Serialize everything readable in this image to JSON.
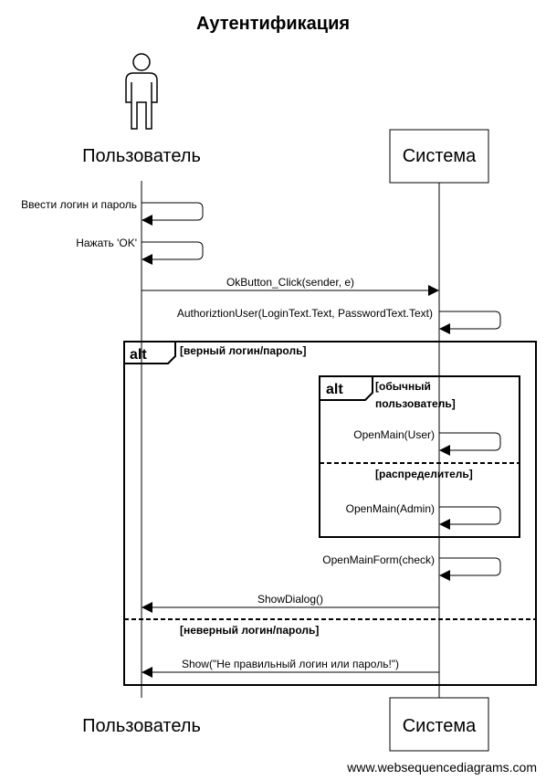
{
  "title": "Аутентификация",
  "actors": {
    "user": "Пользователь",
    "system": "Система"
  },
  "messages": {
    "m1": "Ввести логин и пароль",
    "m2": "Нажать 'OK'",
    "m3": "OkButton_Click(sender, e)",
    "m4": "AuthoriztionUser(LoginText.Text, PasswordText.Text)",
    "m5": "OpenMain(User)",
    "m6": "OpenMain(Admin)",
    "m7": "OpenMainForm(check)",
    "m8": "ShowDialog()",
    "m9": "Show(\"Не правильный логин или пароль!\")"
  },
  "fragments": {
    "outer": {
      "keyword": "alt",
      "guard1": "[верный логин/пароль]",
      "guard2": "[неверный логин/пароль]"
    },
    "inner": {
      "keyword": "alt",
      "guard1_line1": "[обычный",
      "guard1_line2": "пользователь]",
      "guard2": "[распределитель]"
    }
  },
  "credit": "www.websequencediagrams.com"
}
